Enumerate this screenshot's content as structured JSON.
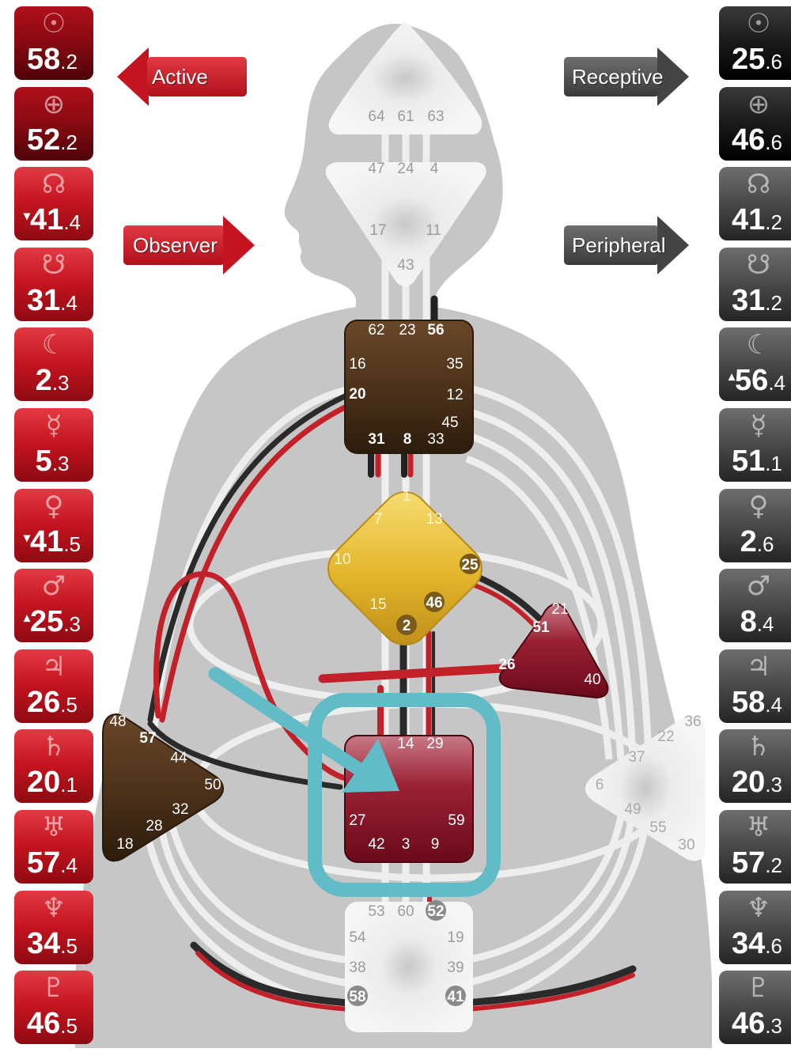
{
  "labels": {
    "active": "Active",
    "receptive": "Receptive",
    "observer": "Observer",
    "peripheral": "Peripheral"
  },
  "colors": {
    "personality_red": "#c4141f",
    "design_grey": "#4a4a4a",
    "accent_teal": "#62bcc8",
    "root_brown": "#4a3019",
    "g_yellow": "#e0b223",
    "maroon": "#8a0f1f",
    "undefined_white": "#f2f2f2",
    "body_grey": "#c4c4c4"
  },
  "left_column": [
    {
      "symbol": "☉",
      "name": "sun-icon",
      "big": "58",
      "small": ".2",
      "mark": ""
    },
    {
      "symbol": "⊕",
      "name": "earth-icon",
      "big": "52",
      "small": ".2",
      "mark": ""
    },
    {
      "symbol": "☊",
      "name": "north-node-icon",
      "big": "41",
      "small": ".4",
      "mark": "▾"
    },
    {
      "symbol": "☋",
      "name": "south-node-icon",
      "big": "31",
      "small": ".4",
      "mark": ""
    },
    {
      "symbol": "☾",
      "name": "moon-icon",
      "big": "2",
      "small": ".3",
      "mark": ""
    },
    {
      "symbol": "☿",
      "name": "mercury-icon",
      "big": "5",
      "small": ".3",
      "mark": ""
    },
    {
      "symbol": "♀",
      "name": "venus-icon",
      "big": "41",
      "small": ".5",
      "mark": "▾"
    },
    {
      "symbol": "♂",
      "name": "mars-icon",
      "big": "25",
      "small": ".3",
      "mark": "▴"
    },
    {
      "symbol": "♃",
      "name": "jupiter-icon",
      "big": "26",
      "small": ".5",
      "mark": ""
    },
    {
      "symbol": "♄",
      "name": "saturn-icon",
      "big": "20",
      "small": ".1",
      "mark": ""
    },
    {
      "symbol": "♅",
      "name": "uranus-icon",
      "big": "57",
      "small": ".4",
      "mark": ""
    },
    {
      "symbol": "♆",
      "name": "neptune-icon",
      "big": "34",
      "small": ".5",
      "mark": ""
    },
    {
      "symbol": "♇",
      "name": "pluto-icon",
      "big": "46",
      "small": ".5",
      "mark": ""
    }
  ],
  "right_column": [
    {
      "symbol": "☉",
      "name": "sun-icon",
      "big": "25",
      "small": ".6",
      "mark": ""
    },
    {
      "symbol": "⊕",
      "name": "earth-icon",
      "big": "46",
      "small": ".6",
      "mark": ""
    },
    {
      "symbol": "☊",
      "name": "north-node-icon",
      "big": "41",
      "small": ".2",
      "mark": ""
    },
    {
      "symbol": "☋",
      "name": "south-node-icon",
      "big": "31",
      "small": ".2",
      "mark": ""
    },
    {
      "symbol": "☾",
      "name": "moon-icon",
      "big": "56",
      "small": ".4",
      "mark": "▴"
    },
    {
      "symbol": "☿",
      "name": "mercury-icon",
      "big": "51",
      "small": ".1",
      "mark": ""
    },
    {
      "symbol": "♀",
      "name": "venus-icon",
      "big": "2",
      "small": ".6",
      "mark": ""
    },
    {
      "symbol": "♂",
      "name": "mars-icon",
      "big": "8",
      "small": ".4",
      "mark": ""
    },
    {
      "symbol": "♃",
      "name": "jupiter-icon",
      "big": "58",
      "small": ".4",
      "mark": ""
    },
    {
      "symbol": "♄",
      "name": "saturn-icon",
      "big": "20",
      "small": ".3",
      "mark": ""
    },
    {
      "symbol": "♅",
      "name": "uranus-icon",
      "big": "57",
      "small": ".2",
      "mark": ""
    },
    {
      "symbol": "♆",
      "name": "neptune-icon",
      "big": "34",
      "small": ".6",
      "mark": ""
    },
    {
      "symbol": "♇",
      "name": "pluto-icon",
      "big": "46",
      "small": ".3",
      "mark": ""
    }
  ],
  "centers": {
    "head": {
      "gates": [
        "64",
        "61",
        "63"
      ]
    },
    "ajna": {
      "gates": [
        "47",
        "24",
        "4",
        "17",
        "11",
        "43"
      ]
    },
    "throat": {
      "gates": [
        "62",
        "23",
        "56",
        "16",
        "35",
        "20",
        "12",
        "45",
        "31",
        "8",
        "33"
      ],
      "active": [
        "56",
        "20",
        "31",
        "8"
      ]
    },
    "g": {
      "gates": [
        "1",
        "7",
        "13",
        "10",
        "25",
        "15",
        "46",
        "2"
      ],
      "active": [
        "25",
        "46",
        "2"
      ]
    },
    "heart": {
      "gates": [
        "21",
        "51",
        "26",
        "40"
      ],
      "active": [
        "51",
        "26"
      ]
    },
    "spleen": {
      "gates": [
        "48",
        "57",
        "44",
        "50",
        "32",
        "28",
        "18"
      ],
      "active": [
        "57"
      ]
    },
    "sacral": {
      "gates": [
        "14",
        "29",
        "27",
        "59",
        "42",
        "3",
        "9"
      ]
    },
    "solar_plexus": {
      "gates": [
        "36",
        "22",
        "37",
        "6",
        "49",
        "55",
        "30"
      ]
    },
    "root": {
      "gates": [
        "53",
        "60",
        "52",
        "54",
        "19",
        "38",
        "39",
        "58",
        "41"
      ],
      "active": [
        "52",
        "58",
        "41"
      ]
    }
  }
}
